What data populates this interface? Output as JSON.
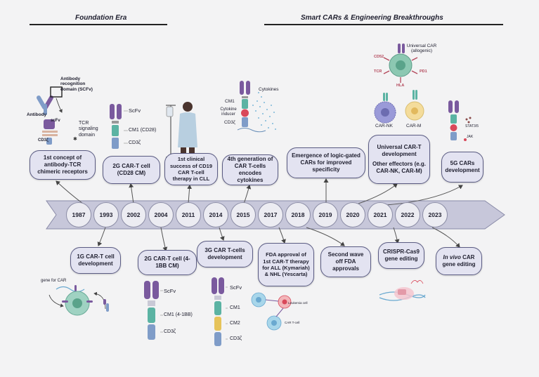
{
  "eras": {
    "foundation": "Foundation Era",
    "smart": "Smart CARs & Engineering Breakthroughs"
  },
  "years": [
    "1987",
    "1993",
    "2002",
    "2004",
    "2011",
    "2014",
    "2015",
    "2017",
    "2018",
    "2019",
    "2020",
    "2021",
    "2022",
    "2023"
  ],
  "top_boxes": {
    "b1987": "1st concept of antibody-TCR chimeric receptors",
    "b2002": "2G CAR-T cell (CD28 CM)",
    "b2011": "1st clinical success of CD19 CAR T-cell therapy in CLL",
    "b2015": "4th generation of CAR T-cells encodes cytokines",
    "b2019": "Emergence of logic-gated CARs for improved specificity",
    "b2021_title": "Universal CAR-T development",
    "b2021_sub": "Other effectors (e.g. CAR-NK, CAR-M)",
    "b2023": "5G CARs development"
  },
  "bottom_boxes": {
    "b1993": "1G CAR-T cell development",
    "b2004": "2G CAR-T cell (4-1BB CM)",
    "b2014": "3G CAR T-cells development",
    "b2017": "FDA approval of 1st CAR-T therapy for ALL (Kymariah) & NHL (Yescarta)",
    "b2018": "Second wave off FDA approvals",
    "b2022": "CRISPR-Cas9 gene editing",
    "b2023_em": "In vivo",
    "b2023_rest": " CAR gene editing"
  },
  "labels": {
    "antibody_recognition": "Antibody recognition domain (SCFv)",
    "antibody": "Antibody",
    "scfv_small": "scFv",
    "cd3z_small": "CD3ζ",
    "tcr_signaling": "TCR signaling domain",
    "scfv": "ScFv",
    "cm1_cd28": "CM1 (CD28)",
    "cd3z": "CD3ζ",
    "cytokines": "Cytokines",
    "cm1": "CM1",
    "cytokine_inducer": "Cytokine inducer",
    "cd3z_2015": "CD3ζ",
    "universal_car": "Universal CAR (allogenic)",
    "cd52": "CD52",
    "tcr": "TCR",
    "pd1": "PD1",
    "hla": "HLA",
    "car_nk": "CAR-NK",
    "car_m": "CAR-M",
    "stat": "STAT3/5",
    "jak": "JAK",
    "gene_for_car": "gene for CAR",
    "scfv_2004": "ScFv",
    "cm1_41bb": "CM1 (4-1BB)",
    "cd3z_2004": "CD3ζ",
    "scfv_2014": "ScFv",
    "cm1_2014": "CM1",
    "cm2_2014": "CM2",
    "cd3z_2014": "CD3ζ",
    "leukemia_cell": "Leukemia cell",
    "car_t_cell": "CAR T-cell"
  },
  "colors": {
    "box_fill": "#e3e3f1",
    "box_border": "#5b5c83",
    "scfv": "#7a5a9e",
    "cm1": "#5bb3a3",
    "cm2": "#e6c35a",
    "cd3z": "#7f9cc8",
    "inducer": "#d9485a"
  }
}
